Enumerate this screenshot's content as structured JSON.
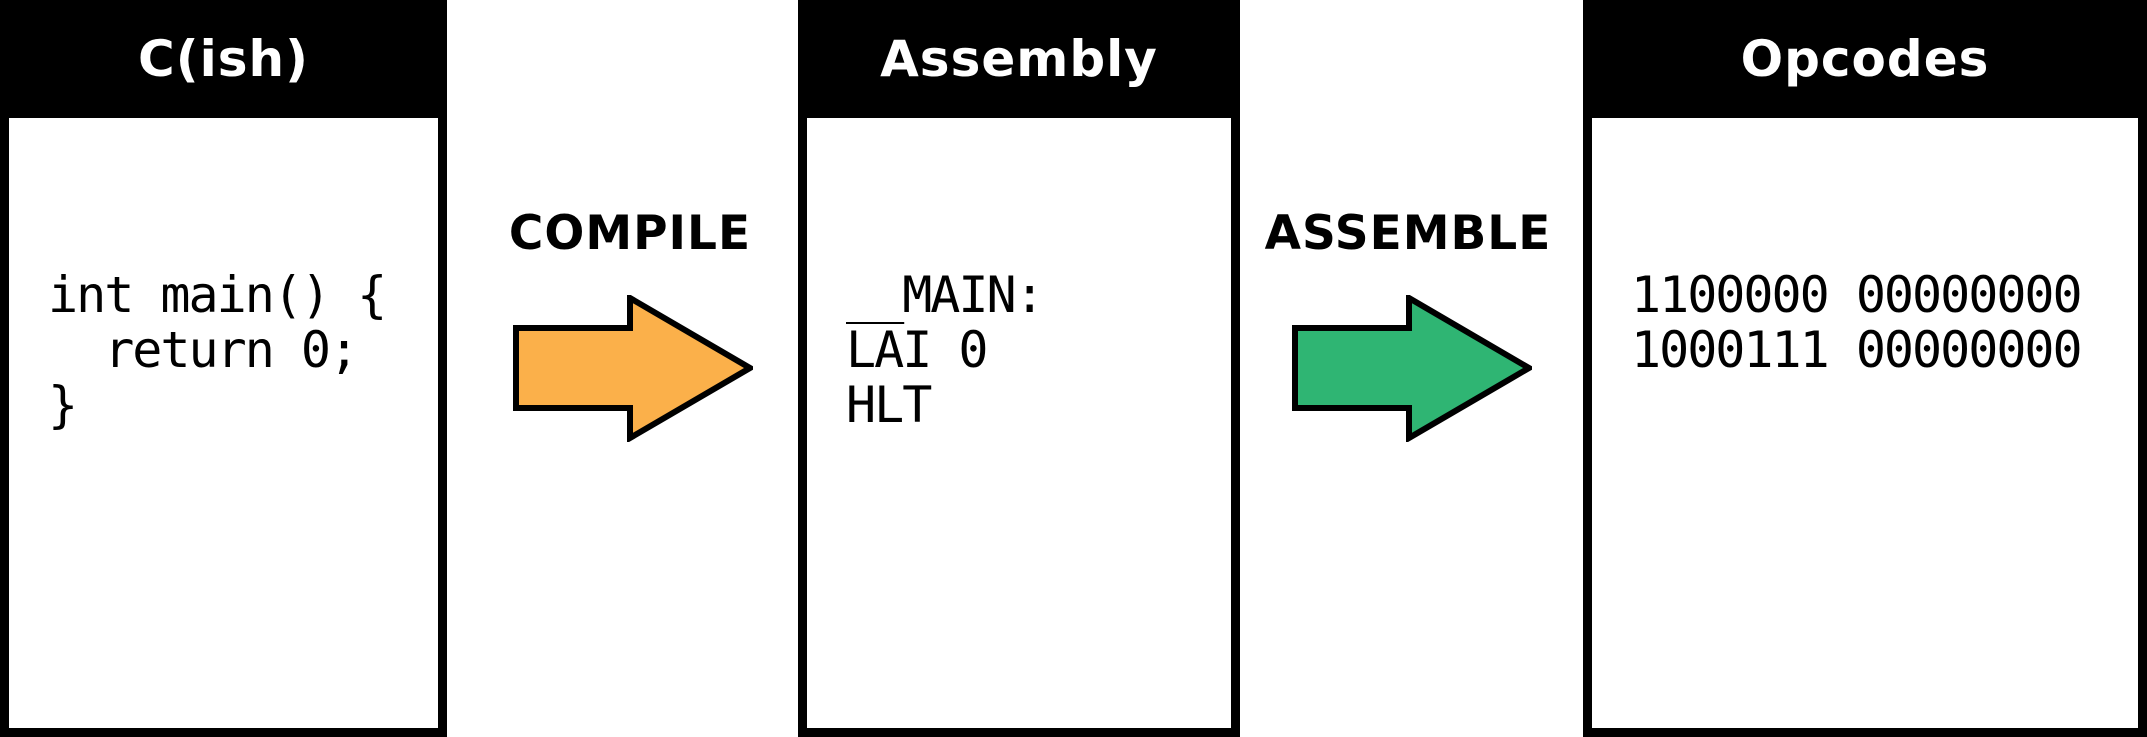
{
  "panels": [
    {
      "title": "C(ish)",
      "code": "int main() {\n  return 0;\n}"
    },
    {
      "title": "Assembly",
      "code": "__MAIN:\nLAI 0\nHLT"
    },
    {
      "title": "Opcodes",
      "code": "1100000 00000000\n1000111 00000000"
    }
  ],
  "arrows": [
    {
      "label": "COMPILE",
      "color": "#FBB04A"
    },
    {
      "label": "ASSEMBLE",
      "color": "#2FB573"
    }
  ],
  "colors": {
    "header_bg": "#000000",
    "header_text": "#FFFFFF",
    "panel_bg": "#FFFFFF",
    "border": "#000000"
  }
}
